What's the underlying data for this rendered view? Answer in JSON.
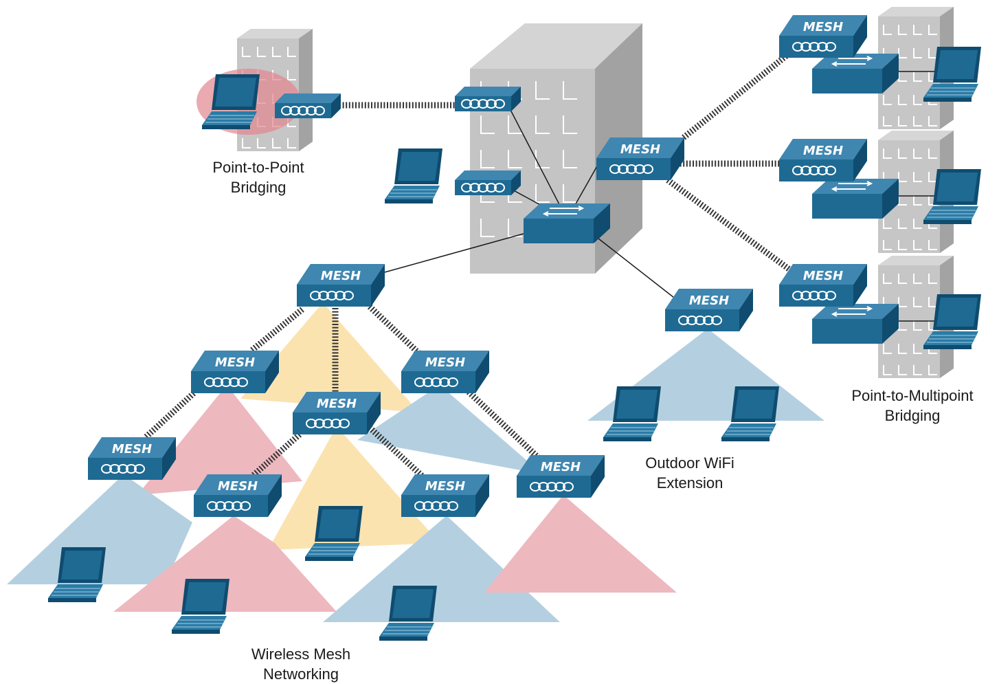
{
  "labels": {
    "p2p_line1": "Point-to-Point",
    "p2p_line2": "Bridging",
    "p2mp_line1": "Point-to-Multipoint",
    "p2mp_line2": "Bridging",
    "outdoor_line1": "Outdoor WiFi",
    "outdoor_line2": "Extension",
    "mesh_line1": "Wireless Mesh",
    "mesh_line2": "Networking"
  },
  "device_text": {
    "mesh_badge": "MESH"
  },
  "colors": {
    "device_blue": "#1e6a93",
    "device_top": "#3f86b0",
    "device_side": "#0f4c6f",
    "building": "#c4c4c4",
    "building_dark": "#a8a8a8",
    "coverage_blue": "#b4d0e0",
    "coverage_pink": "#edb8be",
    "coverage_yellow": "#fbe3b0",
    "highlight_red": "#e3868e"
  },
  "icons": [
    "building-icon",
    "mesh-access-point-icon",
    "bridge-icon",
    "switch-icon",
    "laptop-icon",
    "wireless-link-icon"
  ]
}
